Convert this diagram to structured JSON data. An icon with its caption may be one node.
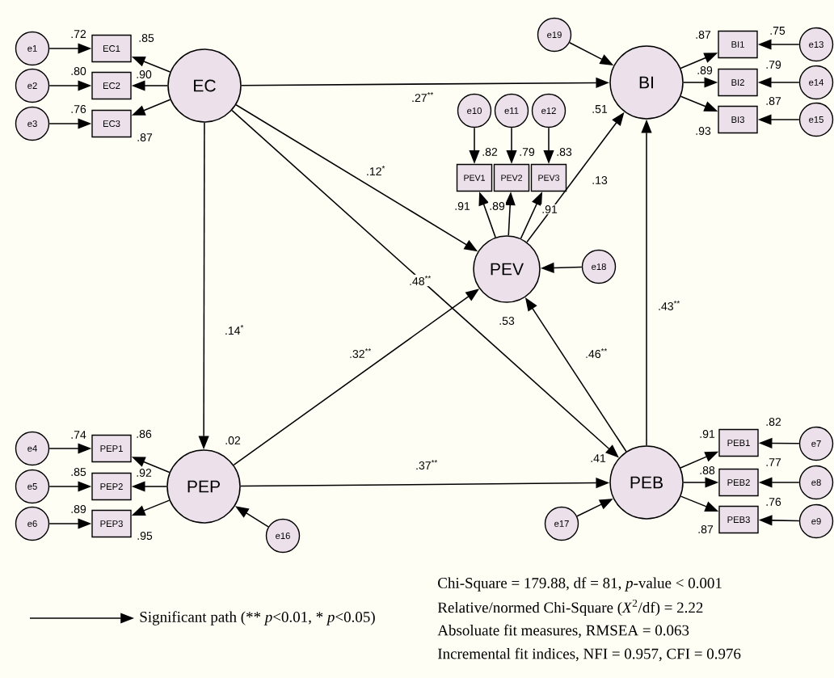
{
  "diagram": {
    "nodes": [
      {
        "text": [
          "EC"
        ]
      },
      {
        "text": [
          "EC1"
        ],
        "beside": [
          ".72"
        ]
      },
      {
        "text": [
          "EC2"
        ],
        "beside": [
          ".80"
        ]
      },
      {
        "text": [
          "EC3"
        ],
        "beside": [
          ".76"
        ]
      },
      {
        "text": [
          "e1"
        ]
      },
      {
        "text": [
          "e2"
        ]
      },
      {
        "text": [
          "e3"
        ]
      },
      {
        "text": [
          "BI"
        ],
        "beside": [
          ".51"
        ]
      },
      {
        "text": [
          "BI1"
        ],
        "beside": [
          ".75"
        ]
      },
      {
        "text": [
          "BI2"
        ],
        "beside": [
          ".79"
        ]
      },
      {
        "text": [
          "BI3"
        ],
        "beside": [
          ".87"
        ]
      },
      {
        "text": [
          "e13"
        ]
      },
      {
        "text": [
          "e14"
        ]
      },
      {
        "text": [
          "e15"
        ]
      },
      {
        "text": [
          "e19"
        ]
      },
      {
        "text": [
          "PEV"
        ],
        "beside": [
          ".53"
        ]
      },
      {
        "text": [
          "PEV1"
        ],
        "beside": [
          ".82"
        ]
      },
      {
        "text": [
          "PEV2"
        ],
        "beside": [
          ".79"
        ]
      },
      {
        "text": [
          "PEV3"
        ],
        "beside": [
          ".83"
        ]
      },
      {
        "text": [
          "e10"
        ]
      },
      {
        "text": [
          "e11"
        ]
      },
      {
        "text": [
          "e12"
        ]
      },
      {
        "text": [
          "e18"
        ]
      },
      {
        "text": [
          "PEP"
        ],
        "beside": [
          ".02"
        ]
      },
      {
        "text": [
          "PEP1"
        ],
        "beside": [
          ".74"
        ]
      },
      {
        "text": [
          "PEP2"
        ],
        "beside": [
          ".85"
        ]
      },
      {
        "text": [
          "PEP3"
        ],
        "beside": [
          ".89"
        ]
      },
      {
        "text": [
          "e4"
        ]
      },
      {
        "text": [
          "e5"
        ]
      },
      {
        "text": [
          "e6"
        ]
      },
      {
        "text": [
          "e16"
        ]
      },
      {
        "text": [
          "PEB"
        ],
        "beside": [
          ".41"
        ]
      },
      {
        "text": [
          "PEB1"
        ],
        "beside": [
          ".82"
        ]
      },
      {
        "text": [
          "PEB2"
        ],
        "beside": [
          ".77"
        ]
      },
      {
        "text": [
          "PEB3"
        ],
        "beside": [
          ".76"
        ]
      },
      {
        "text": [
          "e7"
        ]
      },
      {
        "text": [
          "e8"
        ]
      },
      {
        "text": [
          "e9"
        ]
      },
      {
        "text": [
          "e17"
        ]
      }
    ],
    "edges": [
      {
        "from": 4,
        "to": 1,
        "arrow": "to"
      },
      {
        "from": 5,
        "to": 2,
        "arrow": "to"
      },
      {
        "from": 6,
        "to": 3,
        "arrow": "to"
      },
      {
        "from": 0,
        "to": 1,
        "arrow": "to",
        "label": ".85"
      },
      {
        "from": 0,
        "to": 2,
        "arrow": "to",
        "label": ".90"
      },
      {
        "from": 0,
        "to": 3,
        "arrow": "to",
        "label": ".87"
      },
      {
        "from": 0,
        "to": 7,
        "arrow": "to",
        "label": ".27$^{**}$"
      },
      {
        "from": 0,
        "to": 15,
        "arrow": "to",
        "label": ".12$^{*}$"
      },
      {
        "from": 0,
        "to": 23,
        "arrow": "to",
        "label": ".14$^{*}$"
      },
      {
        "from": 0,
        "to": 31,
        "arrow": "to",
        "label": ".48$^{**}$"
      },
      {
        "from": 14,
        "to": 7,
        "arrow": "to"
      },
      {
        "from": 7,
        "to": 8,
        "arrow": "to",
        "label": ".87"
      },
      {
        "from": 7,
        "to": 9,
        "arrow": "to",
        "label": ".89"
      },
      {
        "from": 7,
        "to": 10,
        "arrow": "to",
        "label": ".93"
      },
      {
        "from": 11,
        "to": 8,
        "arrow": "to"
      },
      {
        "from": 12,
        "to": 9,
        "arrow": "to"
      },
      {
        "from": 13,
        "to": 10,
        "arrow": "to"
      },
      {
        "from": 19,
        "to": 16,
        "arrow": "to"
      },
      {
        "from": 20,
        "to": 17,
        "arrow": "to"
      },
      {
        "from": 21,
        "to": 18,
        "arrow": "to"
      },
      {
        "from": 15,
        "to": 16,
        "arrow": "to",
        "label": ".91"
      },
      {
        "from": 15,
        "to": 17,
        "arrow": "to",
        "label": ".89"
      },
      {
        "from": 15,
        "to": 18,
        "arrow": "to",
        "label": ".91"
      },
      {
        "from": 15,
        "to": 7,
        "arrow": "to",
        "label": ".13"
      },
      {
        "from": 22,
        "to": 15,
        "arrow": "to"
      },
      {
        "from": 27,
        "to": 24,
        "arrow": "to"
      },
      {
        "from": 28,
        "to": 25,
        "arrow": "to"
      },
      {
        "from": 29,
        "to": 26,
        "arrow": "to"
      },
      {
        "from": 23,
        "to": 24,
        "arrow": "to",
        "label": ".86"
      },
      {
        "from": 23,
        "to": 25,
        "arrow": "to",
        "label": ".92"
      },
      {
        "from": 23,
        "to": 26,
        "arrow": "to",
        "label": ".95"
      },
      {
        "from": 30,
        "to": 23,
        "arrow": "to"
      },
      {
        "from": 23,
        "to": 15,
        "arrow": "to",
        "label": ".32$^{**}$"
      },
      {
        "from": 23,
        "to": 31,
        "arrow": "to",
        "label": ".37$^{**}$"
      },
      {
        "from": 31,
        "to": 15,
        "arrow": "to",
        "label": ".46$^{**}$"
      },
      {
        "from": 31,
        "to": 7,
        "arrow": "to",
        "label": ".43$^{**}$"
      },
      {
        "from": 31,
        "to": 32,
        "arrow": "to",
        "label": ".91"
      },
      {
        "from": 31,
        "to": 33,
        "arrow": "to",
        "label": ".88"
      },
      {
        "from": 31,
        "to": 34,
        "arrow": "to",
        "label": ".87"
      },
      {
        "from": 35,
        "to": 32,
        "arrow": "to"
      },
      {
        "from": 36,
        "to": 33,
        "arrow": "to"
      },
      {
        "from": 37,
        "to": 34,
        "arrow": "to"
      },
      {
        "from": 38,
        "to": 31,
        "arrow": "to"
      }
    ],
    "labels": [
      "Chi-Square = 179.88, df = 81, *p*-value < 0.001",
      "Relative/normed Chi-Square (*X*$^{2}$/df) = 2.22",
      "Absoluate fit measures, RMSEA = 0.063",
      "Incremental fit indices, NFI = 0.957, CFI = 0.976"
    ],
    "legend": [
      {
        "text": "Significant path (** *p*<0.01, * *p*<0.05)"
      }
    ]
  }
}
